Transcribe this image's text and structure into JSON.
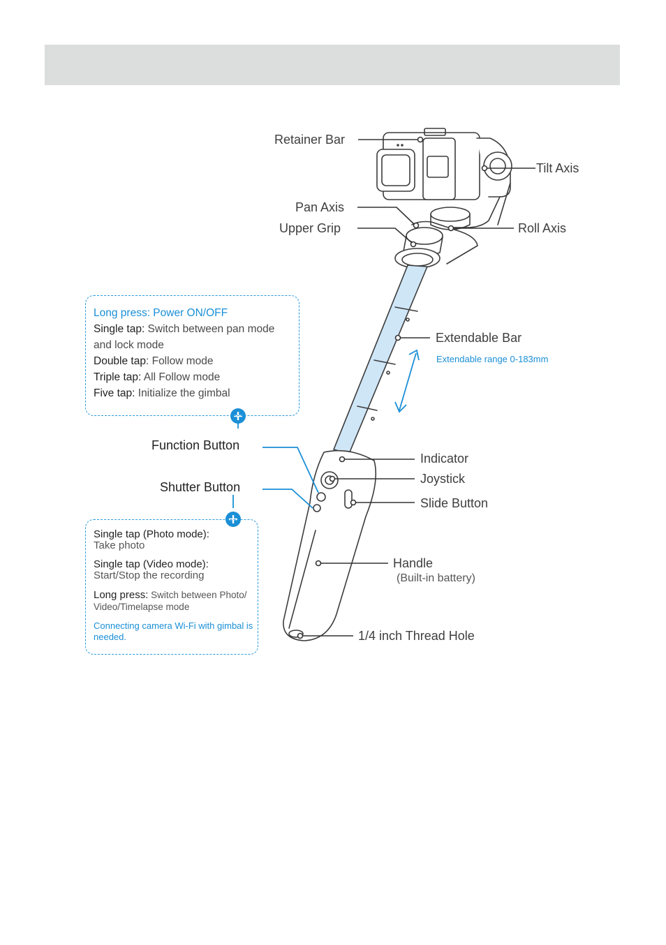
{
  "labels": {
    "retainer_bar": "Retainer Bar",
    "tilt_axis": "Tilt Axis",
    "pan_axis": "Pan Axis",
    "upper_grip": "Upper Grip",
    "roll_axis": "Roll Axis",
    "extendable_bar": "Extendable Bar",
    "extendable_range": "Extendable range 0-183mm",
    "function_button": "Function Button",
    "shutter_button": "Shutter Button",
    "indicator": "Indicator",
    "joystick": "Joystick",
    "slide_button": "Slide Button",
    "handle": "Handle",
    "handle_sub": "(Built-in battery)",
    "thread_hole": "1/4 inch Thread Hole"
  },
  "function_box": {
    "lines": [
      {
        "key": "Long press:",
        "value": " Power ON/OFF"
      },
      {
        "key": "Single tap:",
        "value": " Switch between pan mode"
      },
      {
        "key": "",
        "value": "and lock mode"
      },
      {
        "key": "Double tap",
        "value": ": Follow mode"
      },
      {
        "key": "Triple tap:",
        "value": " All Follow mode"
      },
      {
        "key": "Five tap:",
        "value": " Initialize the gimbal"
      }
    ]
  },
  "shutter_box": {
    "photo_title": "Single tap (Photo mode):",
    "photo_desc": "Take photo",
    "video_title": "Single tap (Video mode):",
    "video_desc": "Start/Stop the recording",
    "long_key": "Long press:",
    "long_desc": " Switch between Photo/",
    "long_desc2": "Video/Timelapse mode",
    "note": "Connecting camera Wi-Fi with gimbal is needed."
  },
  "colors": {
    "accent": "#1a8fd6",
    "bar_fill": "#cfe6f7",
    "header": "#dcdddd"
  }
}
